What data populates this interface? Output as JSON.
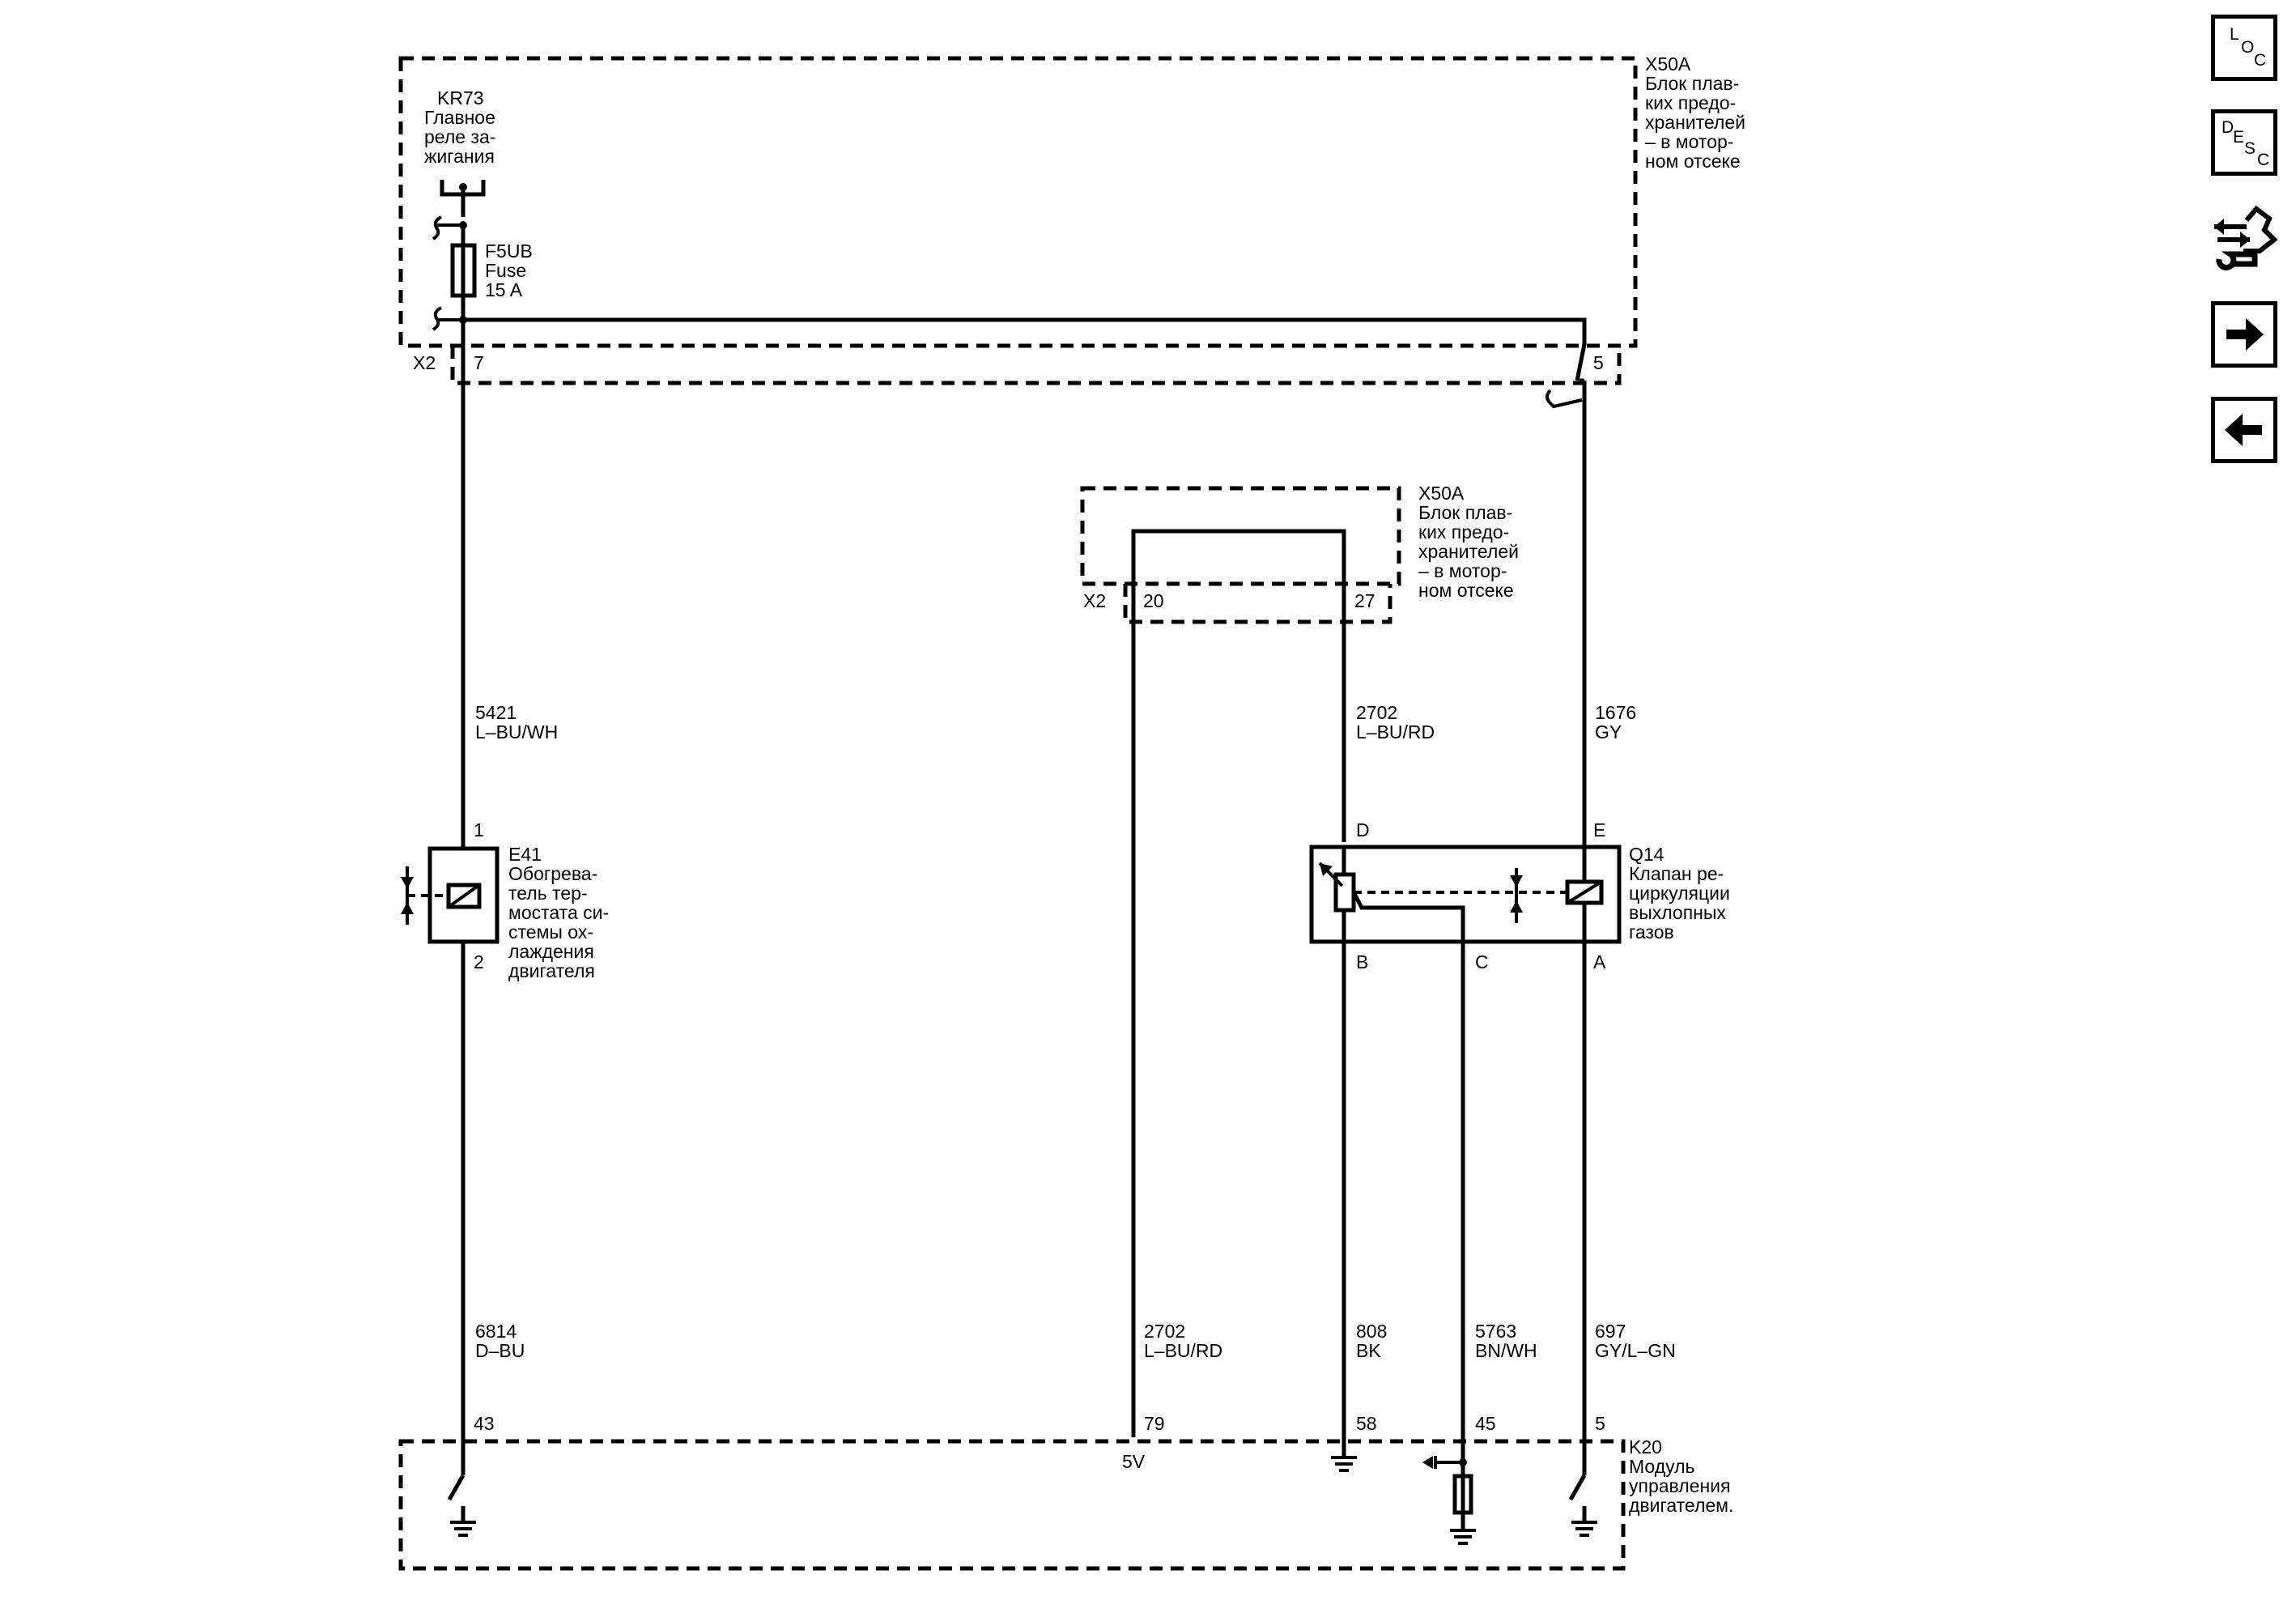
{
  "fuse_block_top": {
    "id": "X50A",
    "name_lines": [
      "Блок плав-",
      "ких предо-",
      "хранителей",
      "– в мотор-",
      "ном отсеке"
    ],
    "connector": "X2",
    "pin_left": "7",
    "pin_right": "5"
  },
  "relay": {
    "id": "KR73",
    "name_lines": [
      "Главное",
      "реле за-",
      "жигания"
    ]
  },
  "fuse": {
    "id": "F5UB",
    "type": "Fuse",
    "rating": "15 A"
  },
  "fuse_block_mid": {
    "id": "X50A",
    "name_lines": [
      "Блок плав-",
      "ких предо-",
      "хранителей",
      "– в мотор-",
      "ном отсеке"
    ],
    "connector": "X2",
    "pin_left": "20",
    "pin_right": "27"
  },
  "wires": {
    "w5421": {
      "circuit": "5421",
      "color": "L–BU/WH"
    },
    "w2702_upper": {
      "circuit": "2702",
      "color": "L–BU/RD"
    },
    "w1676": {
      "circuit": "1676",
      "color": "GY"
    },
    "w6814": {
      "circuit": "6814",
      "color": "D–BU"
    },
    "w2702_lower": {
      "circuit": "2702",
      "color": "L–BU/RD"
    },
    "w808": {
      "circuit": "808",
      "color": "BK"
    },
    "w5763": {
      "circuit": "5763",
      "color": "BN/WH"
    },
    "w697": {
      "circuit": "697",
      "color": "GY/L–GN"
    }
  },
  "heater": {
    "id": "E41",
    "pin_top": "1",
    "pin_bottom": "2",
    "name_lines": [
      "Обогрева-",
      "тель тер-",
      "мостата си-",
      "стемы ох-",
      "лаждения",
      "двигателя"
    ]
  },
  "egr_valve": {
    "id": "Q14",
    "pins": {
      "D": "D",
      "E": "E",
      "B": "B",
      "C": "C",
      "A": "A"
    },
    "name_lines": [
      "Клапан ре-",
      "циркуляции",
      "выхлопных",
      "газов"
    ]
  },
  "ecm": {
    "id": "K20",
    "name_lines": [
      "Модуль",
      "управления",
      "двигателем."
    ],
    "pins": {
      "p43": "43",
      "p79": "79",
      "p58": "58",
      "p45": "45",
      "p5": "5"
    },
    "ref_voltage": "5V"
  },
  "side_toolbar": {
    "loc": {
      "l": "L",
      "o": "O",
      "c": "C"
    },
    "desc": {
      "d": "D",
      "e": "E",
      "s": "S",
      "c": "C"
    },
    "icons": [
      "connector-tool-icon",
      "arrow-right-icon",
      "arrow-left-icon"
    ]
  }
}
